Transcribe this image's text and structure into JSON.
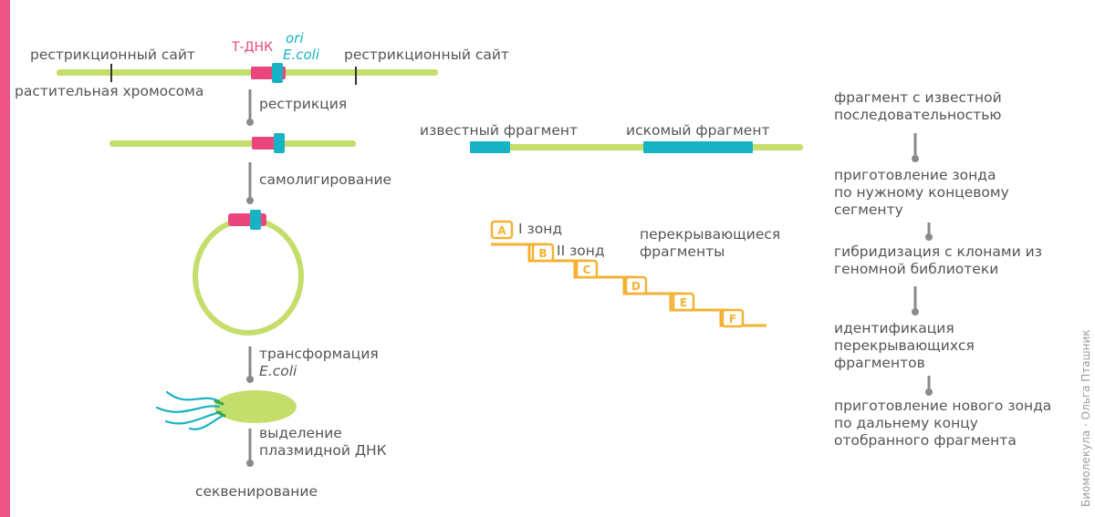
{
  "colors": {
    "accent_pink": "#ef5486",
    "dna_green": "#c5dd6a",
    "tdna_pink": "#e8467c",
    "ori_cyan": "#17b3c4",
    "probe_orange": "#f3b232",
    "arrow_gray": "#8a8a8a"
  },
  "left": {
    "restriction_site_left": "рестрикционный сайт",
    "restriction_site_right": "рестрикционный сайт",
    "t_dna": "Т-ДНК",
    "ori": "ori",
    "e_coli_top": "E.coli",
    "plant_chromosome": "растительная хромосома",
    "restriction": "рестрикция",
    "self_ligation": "самолигирование",
    "transformation": "трансформация",
    "transformation_sub": "E.coli",
    "plasmid_isolation_1": "выделение",
    "plasmid_isolation_2": "плазмидной ДНК",
    "sequencing": "секвенирование"
  },
  "middle": {
    "known_fragment": "известный фрагмент",
    "target_fragment": "искомый фрагмент",
    "probe_1": "I зонд",
    "probe_2": "II зонд",
    "overlapping_1": "перекрывающиеся",
    "overlapping_2": "фрагменты",
    "fragment_letters": [
      "A",
      "B",
      "C",
      "D",
      "E",
      "F"
    ]
  },
  "right": {
    "steps": [
      "фрагмент с известной последовательностью",
      "приготовление зонда по нужному концевому сегменту",
      "гибридизация с клонами из геномной библиотеки",
      "идентификация перекрывающихся фрагментов",
      "приготовление нового зонда по дальнему концу отобранного фрагмента"
    ]
  },
  "credit": "Биомолекула · Ольга Пташник"
}
